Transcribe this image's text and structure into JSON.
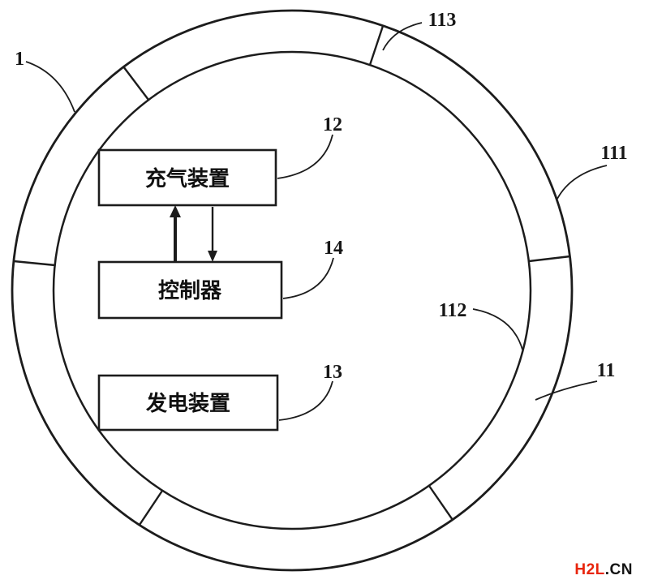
{
  "figure": {
    "boxes": {
      "inflation": {
        "label": "充气装置",
        "ref": "12"
      },
      "controller": {
        "label": "控制器",
        "ref": "14"
      },
      "generator": {
        "label": "发电装置",
        "ref": "13"
      }
    },
    "refs": {
      "r1": "1",
      "r11": "11",
      "r111": "111",
      "r112": "112",
      "r113": "113"
    }
  },
  "watermark": {
    "brand": "H2L",
    "suffix": ".CN",
    "brand_color": "#e8250c"
  }
}
